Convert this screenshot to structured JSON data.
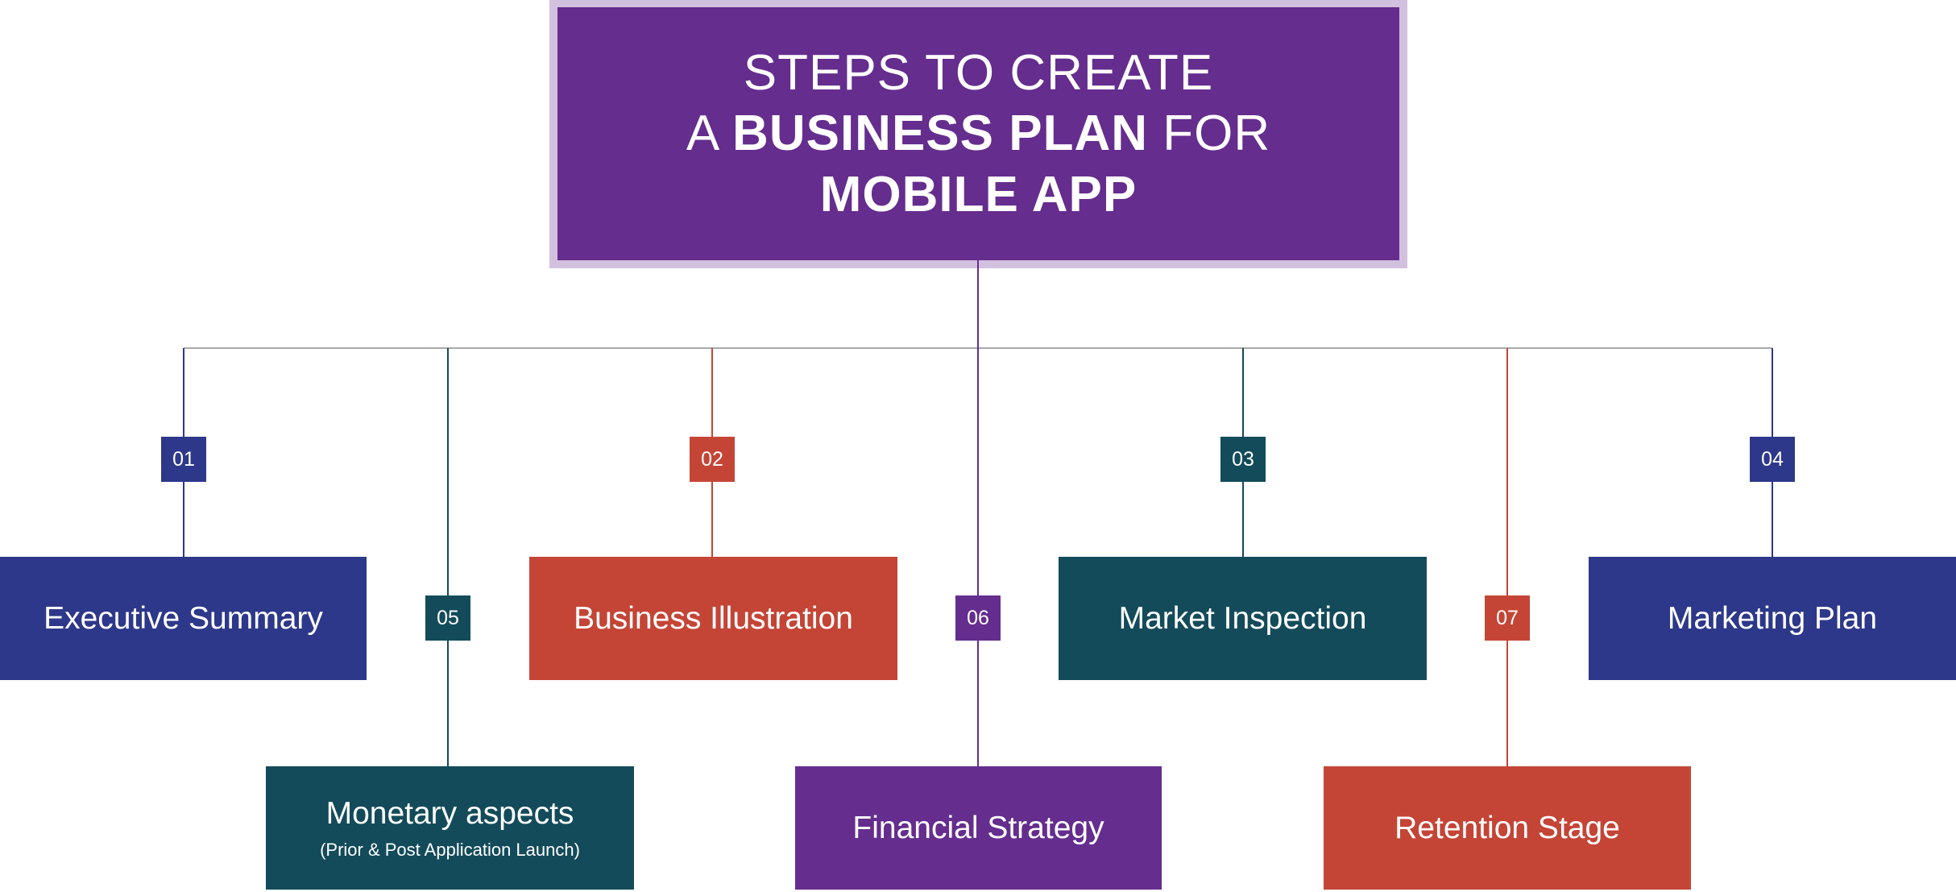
{
  "title": {
    "line1": "STEPS TO CREATE",
    "line2_prefix": "A",
    "line2_bold": "BUSINESS PLAN",
    "line2_suffix": "FOR",
    "line3_bold": "MOBILE APP"
  },
  "colors": {
    "blue": "#2d388a",
    "red": "#c44536",
    "teal": "#134b5a",
    "purple": "#652d8e",
    "frame": "#d2c1de"
  },
  "steps": [
    {
      "number": "01",
      "label": "Executive Summary",
      "color": "#2d388a"
    },
    {
      "number": "02",
      "label": "Business Illustration",
      "color": "#c44536"
    },
    {
      "number": "03",
      "label": "Market Inspection",
      "color": "#134b5a"
    },
    {
      "number": "04",
      "label": "Marketing Plan",
      "color": "#2d388a"
    },
    {
      "number": "05",
      "label": "Monetary aspects",
      "sublabel": "(Prior & Post Application Launch)",
      "color": "#134b5a"
    },
    {
      "number": "06",
      "label": "Financial Strategy",
      "color": "#652d8e"
    },
    {
      "number": "07",
      "label": "Retention Stage",
      "color": "#c44536"
    }
  ]
}
